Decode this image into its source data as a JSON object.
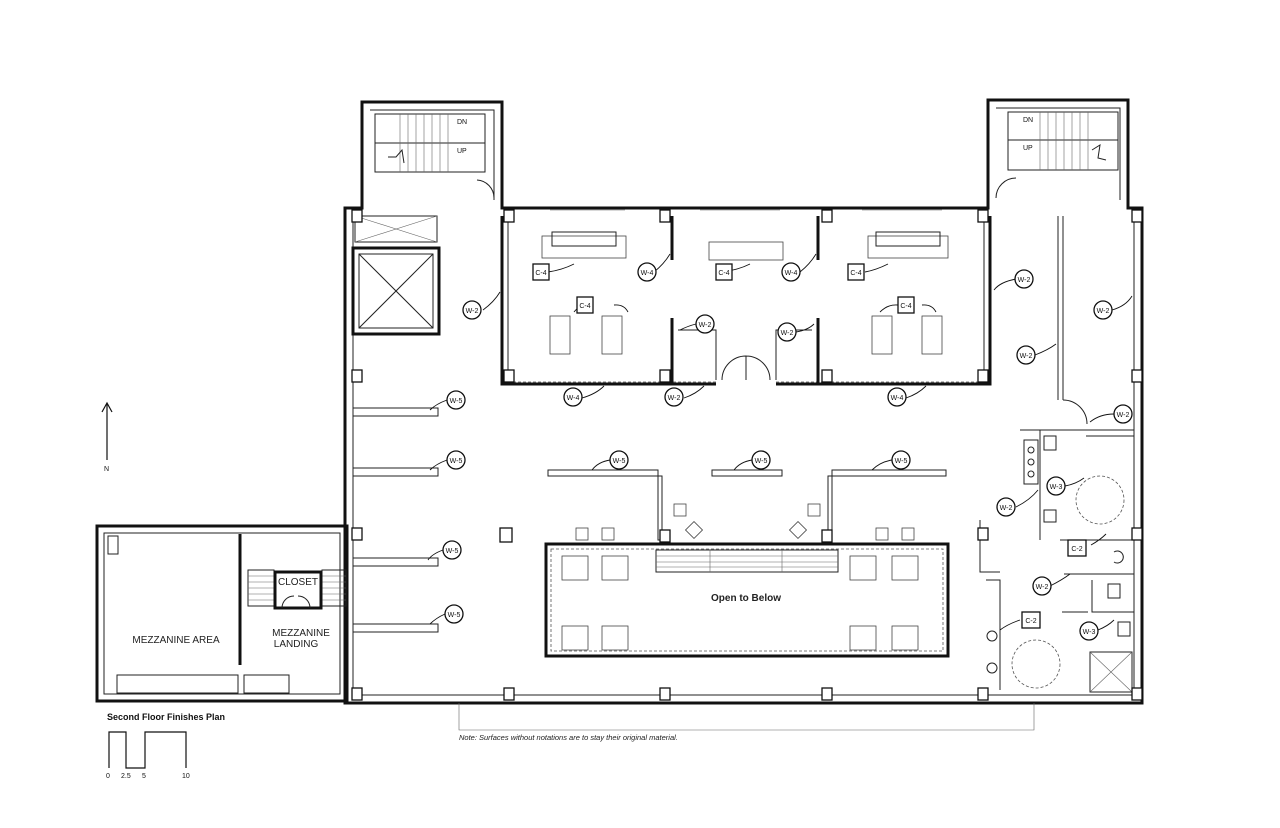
{
  "title": "Second Floor Finishes Plan",
  "north_label": "N",
  "note": "Note: Surfaces without notations are to stay their original material.",
  "scale_ticks": [
    "0",
    "2.5",
    "5",
    "10"
  ],
  "rooms": {
    "mezzanine_area": "MEZZANINE AREA",
    "mezzanine_landing_1": "MEZZANINE",
    "mezzanine_landing_2": "LANDING",
    "closet": "CLOSET",
    "open_to_below": "Open to Below"
  },
  "stairs": {
    "left_dn": "DN",
    "left_up": "UP",
    "right_dn": "DN",
    "right_up": "UP"
  },
  "tags": {
    "c4": "C-4",
    "c2": "C-2",
    "w2": "W-2",
    "w3": "W-3",
    "w4": "W-4",
    "w5": "W-5"
  }
}
